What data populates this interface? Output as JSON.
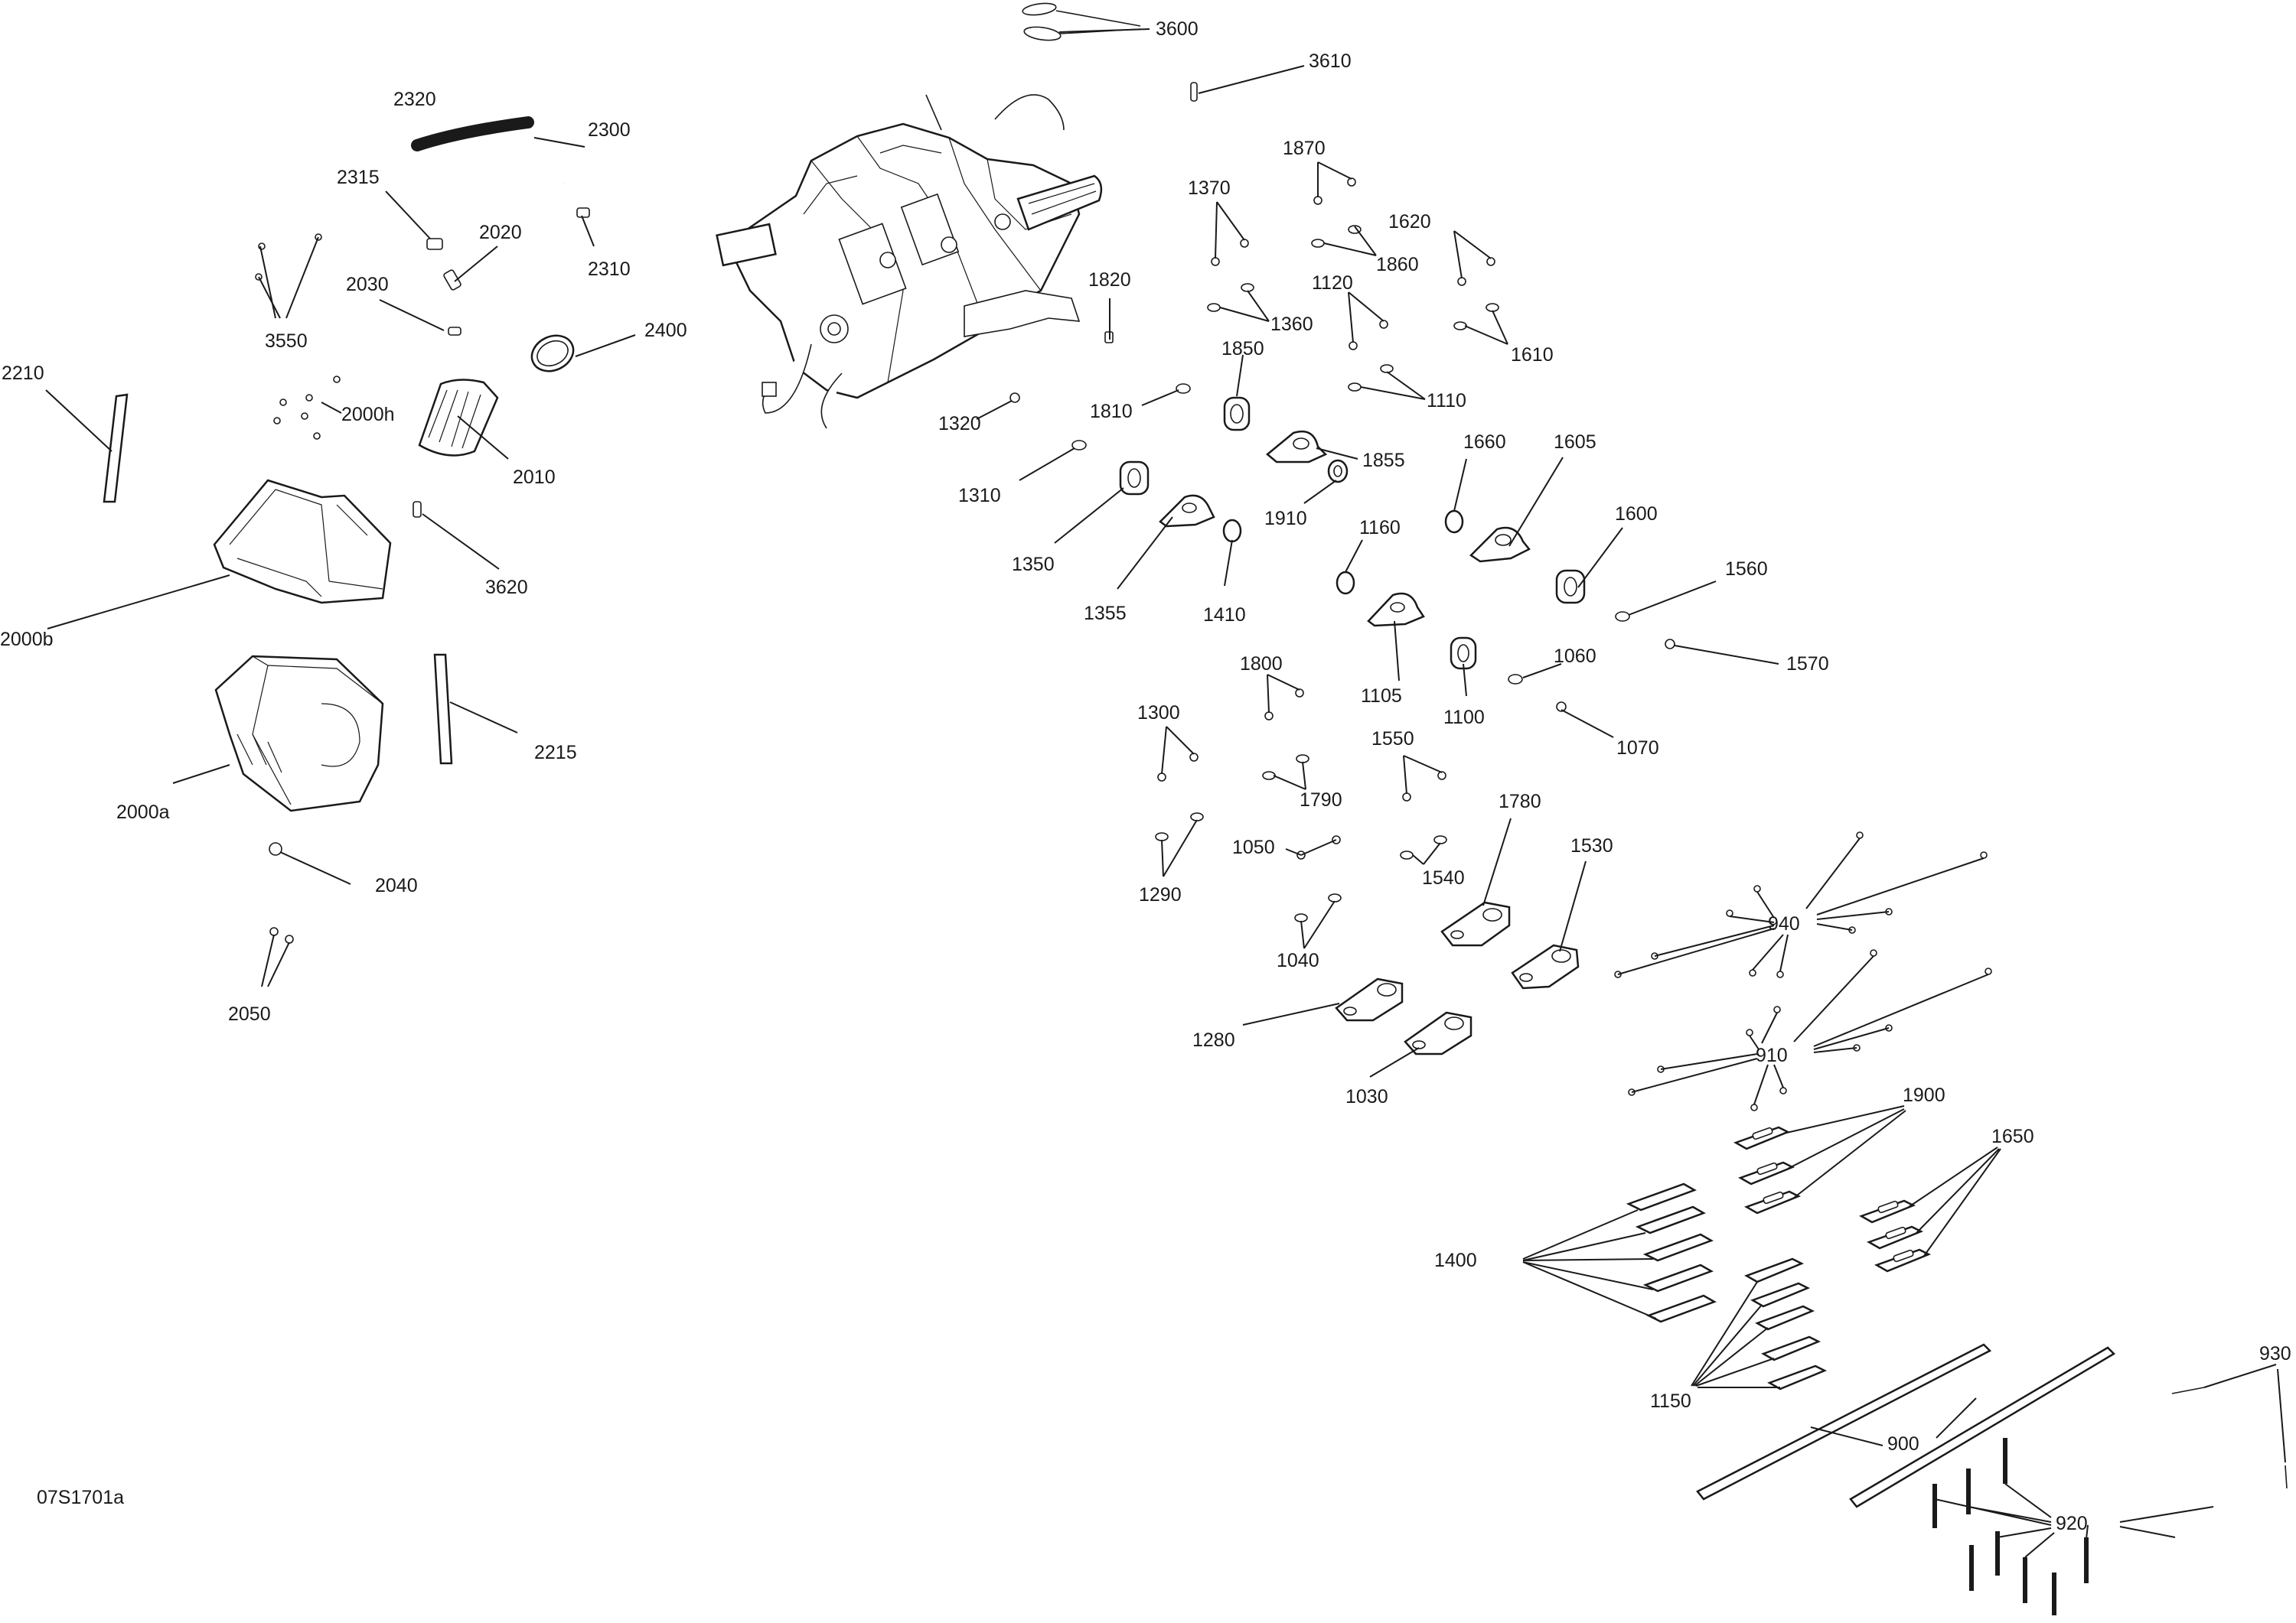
{
  "diagram_code": "07S1701a",
  "labels": {
    "l3600": "3600",
    "l3610": "3610",
    "l2320": "2320",
    "l2300": "2300",
    "l2315": "2315",
    "l2020": "2020",
    "l2310": "2310",
    "l2030": "2030",
    "l3550": "3550",
    "l2400": "2400",
    "l2210": "2210",
    "l2000h": "2000h",
    "l2010": "2010",
    "l3620": "3620",
    "l2000b": "2000b",
    "l2215": "2215",
    "l2000a": "2000a",
    "l2040": "2040",
    "l2050": "2050",
    "l1870": "1870",
    "l1370": "1370",
    "l1860": "1860",
    "l1620": "1620",
    "l1820": "1820",
    "l1360": "1360",
    "l1120": "1120",
    "l1610": "1610",
    "l1850": "1850",
    "l1110": "1110",
    "l1810": "1810",
    "l1320": "1320",
    "l1855": "1855",
    "l1660": "1660",
    "l1605": "1605",
    "l1310": "1310",
    "l1910": "1910",
    "l1600": "1600",
    "l1160": "1160",
    "l1350": "1350",
    "l1355": "1355",
    "l1410": "1410",
    "l1560": "1560",
    "l1570": "1570",
    "l1060": "1060",
    "l1800": "1800",
    "l1105": "1105",
    "l1100": "1100",
    "l1300": "1300",
    "l1070": "1070",
    "l1550": "1550",
    "l1790": "1790",
    "l1780": "1780",
    "l1050": "1050",
    "l1530": "1530",
    "l1540": "1540",
    "l1290": "1290",
    "l940": "940",
    "l1040": "1040",
    "l1280": "1280",
    "l910": "910",
    "l1030": "1030",
    "l1900": "1900",
    "l1650": "1650",
    "l1400": "1400",
    "l930": "930",
    "l1150": "1150",
    "l900": "900",
    "l920": "920"
  }
}
